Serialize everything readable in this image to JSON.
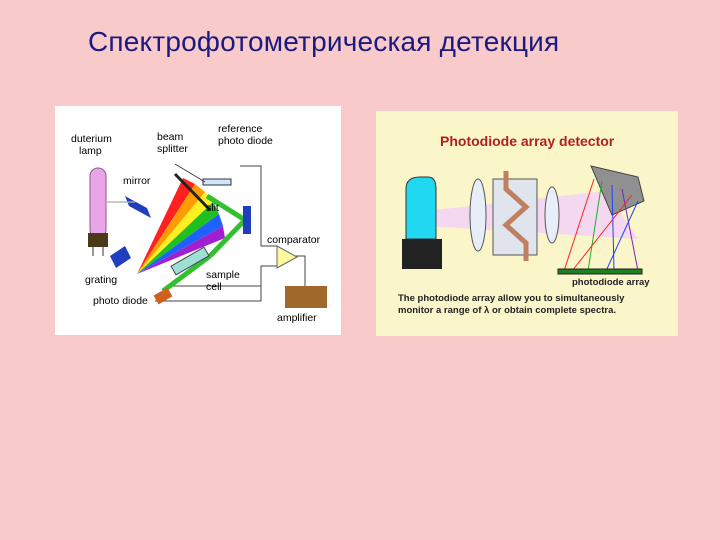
{
  "slide": {
    "title": "Спектрофотометрическая детекция"
  },
  "left_diagram": {
    "labels": {
      "lamp_1": "duterium",
      "lamp_2": "lamp",
      "splitter_1": "beam",
      "splitter_2": "splitter",
      "reference_1": "reference",
      "reference_2": "photo diode",
      "mirror": "mirror",
      "slit": "slit",
      "comparator": "comparator",
      "grating": "grating",
      "sample_1": "sample",
      "sample_2": "cell",
      "photo_diode": "photo diode",
      "amplifier": "amplifier"
    }
  },
  "right_diagram": {
    "title": "Photodiode array detector",
    "array_label": "photodiode array",
    "caption_1": "The photodiode array allow you to simultaneously",
    "caption_2": "monitor a range of λ or obtain complete spectra."
  },
  "colors": {
    "background": "#f9caca",
    "title": "#1a1a80",
    "right_title": "#b02020",
    "right_panel": "#fbf6c9"
  }
}
